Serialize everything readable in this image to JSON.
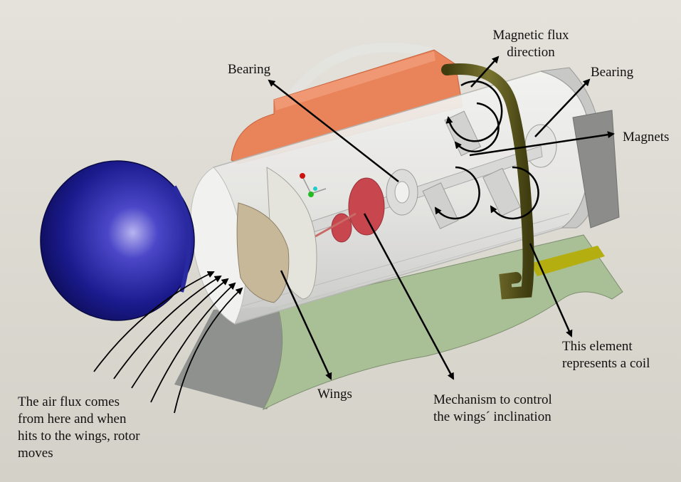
{
  "labels": {
    "bearing_left": "Bearing",
    "magnetic_flux": "Magnetic flux\ndirection",
    "bearing_right": "Bearing",
    "magnets": "Magnets",
    "coil": "This element\nrepresents a coil",
    "mechanism": "Mechanism to control\nthe wings´ inclination",
    "wings": "Wings",
    "air_flux": "The air flux comes\nfrom here and when\nhits to the wings, rotor\nmoves"
  },
  "colors": {
    "nose_cone": "#1a1a8c",
    "top_cover": "#e8835a",
    "base": "#a9bf96",
    "base_side": "#8f918f",
    "coil": "#5e5a1e",
    "mechanism": "#c8464e",
    "stripe": "#b4ae10"
  }
}
